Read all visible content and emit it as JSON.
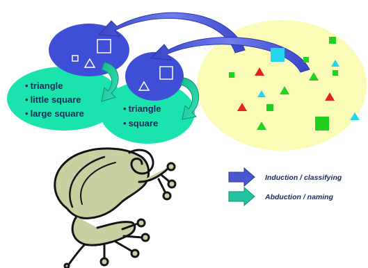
{
  "colors": {
    "induction": "#4a58d0",
    "abduction": "#22c4a0",
    "blue_ellipse": "#3f4ed6",
    "green_ellipse": "#1be3ae",
    "yellow_ellipse": "#fbfbb8",
    "shape_green": "#22d022",
    "shape_red": "#e32418",
    "shape_cyan": "#26d6f0",
    "label_text": "#1a2a5a",
    "frog_body": "#c7d0a0",
    "frog_outline": "#141414"
  },
  "big_class": {
    "items": [
      "triangle",
      "little square",
      "large square"
    ]
  },
  "small_class": {
    "items": [
      "triangle",
      "square"
    ]
  },
  "legend": {
    "induction_label": "Induction / classifying",
    "abduction_label": "Abduction / naming"
  },
  "icons": {
    "bullet": "•",
    "frog": "frog-logo-icon"
  }
}
